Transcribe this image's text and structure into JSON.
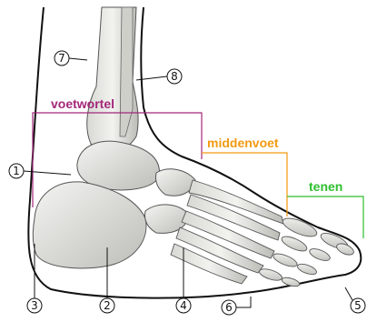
{
  "regions": [
    {
      "label": "voetwortel",
      "color": "#a3277a"
    },
    {
      "label": "middenvoet",
      "color": "#f39a12"
    },
    {
      "label": "tenen",
      "color": "#2fbf2f"
    }
  ],
  "callouts": [
    "1",
    "2",
    "3",
    "4",
    "5",
    "6",
    "7",
    "8"
  ]
}
